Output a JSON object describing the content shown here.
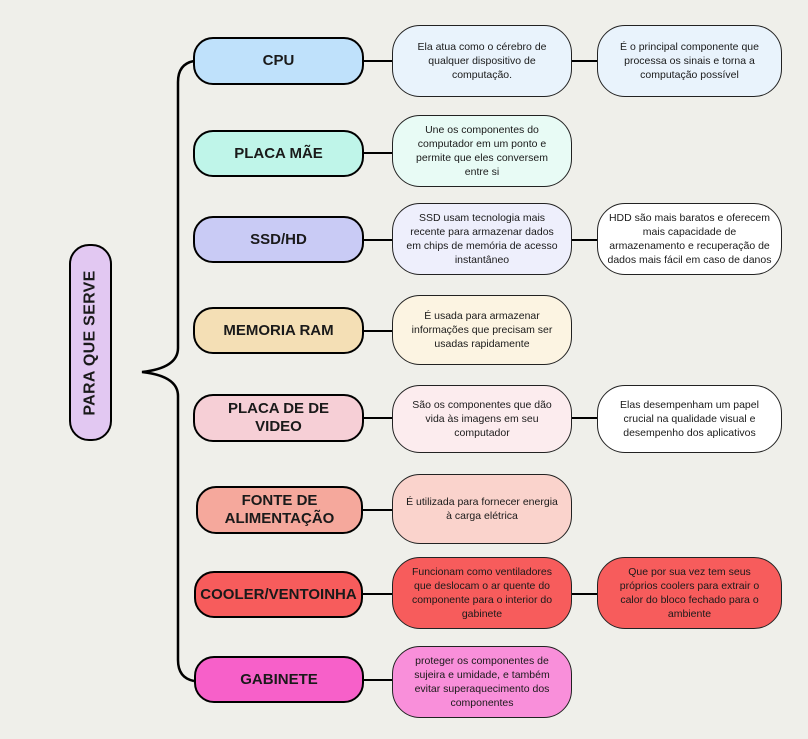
{
  "root": {
    "label": "PARA QUE SERVE",
    "color": "#e2c8f2"
  },
  "categories": [
    {
      "label": "CPU",
      "color": "#bfe1fb",
      "desc1": "Ela atua como o cérebro de qualquer dispositivo de computação.",
      "desc1_color": "#e9f3fc",
      "desc2": "É o principal componente que processa os sinais e torna a computação possível",
      "desc2_color": "#e9f3fc"
    },
    {
      "label": "PLACA MÃE",
      "color": "#bff5e9",
      "desc1": "Une os componentes do computador em um ponto e permite que eles conversem entre si",
      "desc1_color": "#e8fbf5"
    },
    {
      "label": "SSD/HD",
      "color": "#c9cbf5",
      "desc1": "SSD usam tecnologia mais recente para armazenar dados em chips de memória de acesso instantâneo",
      "desc1_color": "#eeeffc",
      "desc2": "HDD são mais baratos e oferecem mais capacidade de armazenamento e recuperação de dados mais fácil em caso de danos",
      "desc2_color": "#ffffff"
    },
    {
      "label": "MEMORIA RAM",
      "color": "#f4dfb5",
      "desc1": "É usada para armazenar informações que precisam ser usadas rapidamente",
      "desc1_color": "#fcf4e2"
    },
    {
      "label": "PLACA DE DE VIDEO",
      "color": "#f6cfd6",
      "desc1": "São os componentes que dão vida às imagens em seu computador",
      "desc1_color": "#fcecee",
      "desc2": "Elas desempenham um papel crucial na qualidade visual e desempenho dos aplicativos",
      "desc2_color": "#ffffff"
    },
    {
      "label": "FONTE DE ALIMENTAÇÃO",
      "color": "#f5a89c",
      "desc1": "É utilizada para fornecer energia à carga elétrica",
      "desc1_color": "#fad3cc"
    },
    {
      "label": "COOLER/VENTOINHA",
      "color": "#f75c5c",
      "desc1": "Funcionam como ventiladores que deslocam o ar quente do componente para o interior do gabinete",
      "desc1_color": "#f75c5c",
      "desc2": "Que por sua vez tem seus próprios coolers para extrair o calor do bloco fechado para o ambiente",
      "desc2_color": "#f75c5c"
    },
    {
      "label": "GABINETE",
      "color": "#f760c9",
      "desc1": "proteger os componentes de sujeira e umidade, e também evitar superaquecimento dos componentes",
      "desc1_color": "#f98fda"
    }
  ]
}
